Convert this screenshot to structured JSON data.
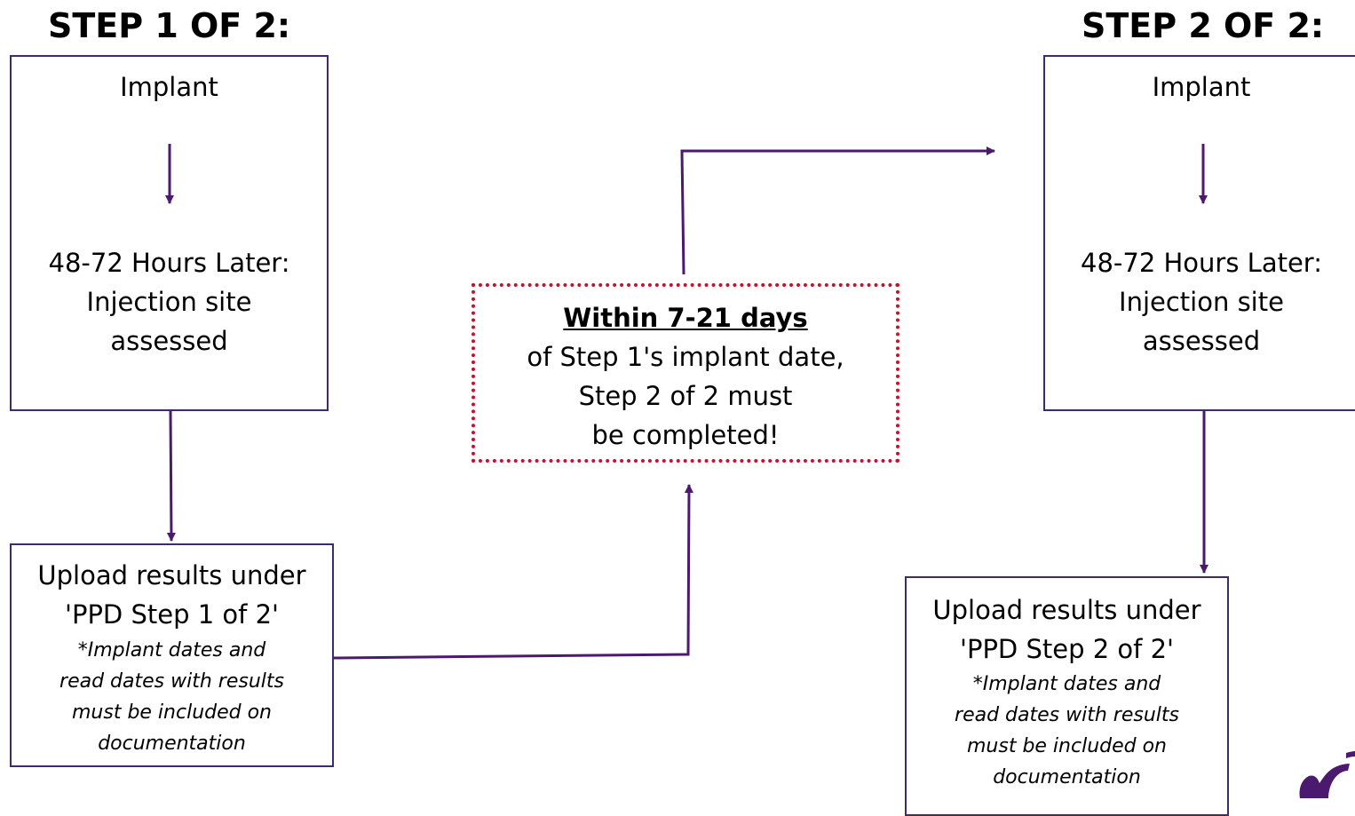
{
  "step1": {
    "heading": "STEP 1 OF 2:",
    "implant": "Implant",
    "assessment_lines": [
      "48-72 Hours Later:",
      "Injection site",
      "assessed"
    ],
    "upload_lines": [
      "Upload results under",
      "'PPD Step 1 of 2'"
    ],
    "note_star": "*",
    "note_lines": [
      "Implant dates and",
      "read dates with results",
      "must be included on",
      "documentation"
    ]
  },
  "timing": {
    "emphasis": "Within 7-21 days",
    "lines": [
      "of Step 1's implant date,",
      "Step 2 of 2 must",
      "be completed!"
    ]
  },
  "step2": {
    "heading": "STEP 2 OF 2:",
    "implant": "Implant",
    "assessment_lines": [
      "48-72 Hours Later:",
      "Injection site",
      "assessed"
    ],
    "upload_lines": [
      "Upload results under",
      "'PPD Step 2 of 2'"
    ],
    "note_star": "*",
    "note_lines": [
      "Implant dates and",
      "read dates with results",
      "must be included on",
      "documentation"
    ]
  },
  "colors": {
    "arrow": "#4b1a6e",
    "box_border": "#3f2a6b",
    "dotted_border": "#c8102e",
    "logo": "#4b1a6e"
  },
  "icons": {
    "logo": "partial-brand-logo"
  }
}
